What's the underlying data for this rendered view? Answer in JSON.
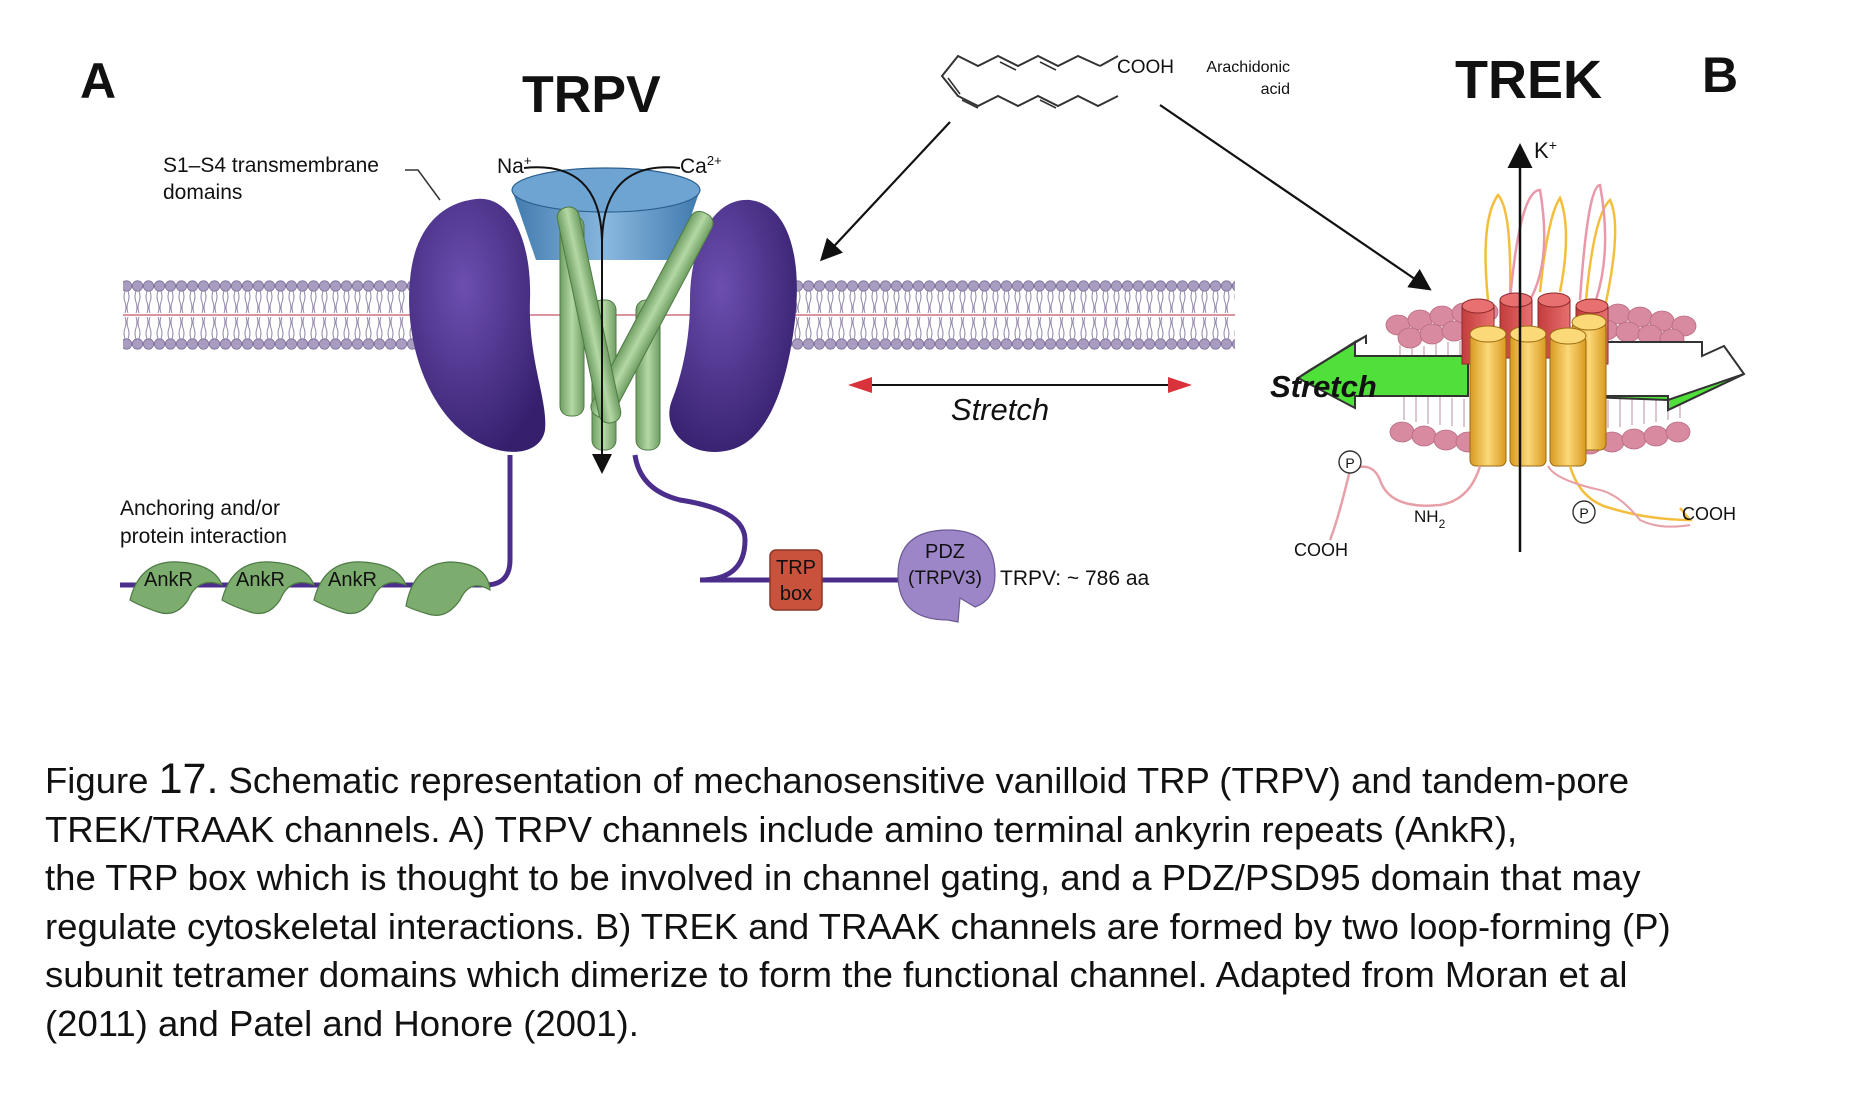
{
  "panel_a": {
    "letter": "A",
    "title": "TRPV",
    "s1s4_label_l1": "S1–S4 transmembrane",
    "s1s4_label_l2": "domains",
    "na_label": "Na",
    "na_sup": "+",
    "ca_label": "Ca",
    "ca_sup": "2+",
    "anchoring_l1": "Anchoring and/or",
    "anchoring_l2": "protein interaction",
    "ankr_labels": [
      "AnkR",
      "AnkR",
      "AnkR"
    ],
    "trp_box_l1": "TRP",
    "trp_box_l2": "box",
    "pdz_l1": "PDZ",
    "pdz_l2": "(TRPV3)",
    "length_label": "TRPV: ~ 786 aa",
    "stretch_label": "Stretch"
  },
  "arachidonic": {
    "cooh": "COOH",
    "name_l1": "Arachidonic",
    "name_l2": "acid"
  },
  "panel_b": {
    "letter": "B",
    "title": "TREK",
    "k_label": "K",
    "k_sup": "+",
    "stretch_label": "Stretch",
    "p_label": "P",
    "nh2_label": "NH",
    "nh2_sub": "2",
    "cooh_left": "COOH",
    "cooh_right": "COOH"
  },
  "caption": {
    "prefix": "Figure ",
    "number": "17.",
    "line1": "Schematic representation of mechanosensitive vanilloid TRP (TRPV) and tandem-pore",
    "line2": "TREK/TRAAK channels. A) TRPV channels include amino terminal ankyrin repeats (AnkR),",
    "line3": "the TRP box which is thought to be involved in channel gating, and a PDZ/PSD95 domain that may",
    "line4": "regulate cytoskeletal interactions. B) TREK and TRAAK channels  are formed by two loop-forming (P)",
    "line5": "subunit tetramer domains which dimerize to form the functional channel. Adapted from Moran et al",
    "line6": "(2011) and Patel and Honore (2001)."
  },
  "colors": {
    "domain_purple": "#4b2e8c",
    "helix_green": "#8fbf80",
    "pore_blue": "#4a86b8",
    "lipid_head": "#a89cc0",
    "stretch_red": "#d8333a",
    "stretch_green": "#4fe03a",
    "trek_yellow": "#f4be3c",
    "trek_pink": "#d88aa0",
    "trp_box": "#c8523c",
    "pdz_lilac": "#9c86c8"
  }
}
